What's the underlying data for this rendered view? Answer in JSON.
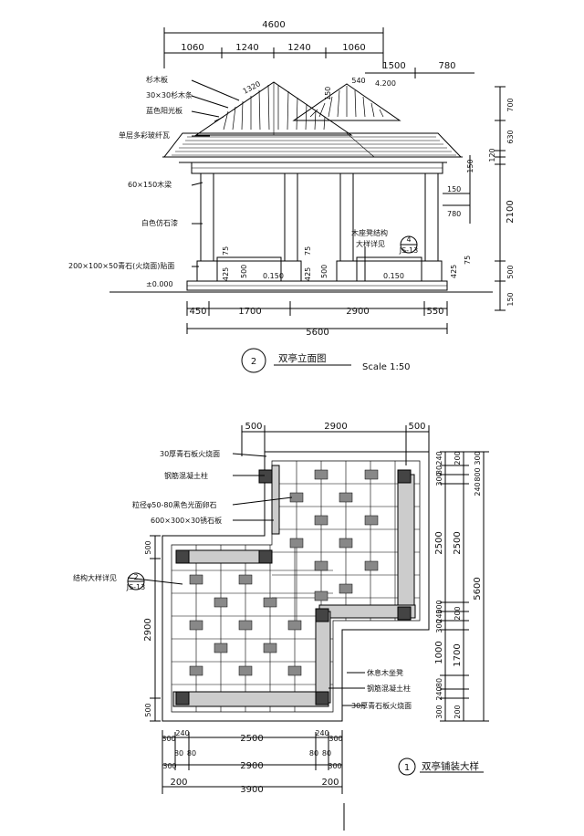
{
  "elevation": {
    "dims_top": {
      "overall": "4600",
      "a": "1060",
      "b": "1240",
      "c": "1240",
      "d": "1060"
    },
    "dims_right_top": {
      "a": "1500",
      "b": "780"
    },
    "roof_dims": {
      "d1320": "1320",
      "d150": "150",
      "d540": "540",
      "level": "4.200"
    },
    "dims_right_vertical": [
      "700",
      "630",
      "120",
      "150",
      "2100",
      "500",
      "150"
    ],
    "dims_inner_right": {
      "a": "150",
      "b": "780"
    },
    "dims_bottom": {
      "a": "450",
      "b": "1700",
      "c": "2900",
      "d": "550",
      "total": "5600"
    },
    "level_ground": "±0.000",
    "level_step_1": "0.150",
    "level_step_2": "0.150",
    "small_dims": {
      "d425a": "425",
      "d500a": "500",
      "d75a": "75",
      "d425b": "425",
      "d500b": "500",
      "d75b": "75",
      "d425c": "425",
      "d75c": "75"
    },
    "labels": {
      "fir_board": "杉木板",
      "fir_strip": "30×30杉木条",
      "blue_panel": "蓝色阳光板",
      "fiberglass_tile": "单层多彩玻纤瓦",
      "wood_beam": "60×150木梁",
      "stone_paint": "白色仿石漆",
      "bluestone": "200×100×50青石(火烧面)贴面",
      "bench_struct_1": "木座凳结构",
      "bench_struct_2": "大样详见"
    },
    "callout": {
      "num": "4",
      "ref": "JS-13"
    },
    "title_num": "2",
    "title": "双亭立面图",
    "scale": "Scale 1:50"
  },
  "plan": {
    "dims_top": {
      "a": "500",
      "b": "2900",
      "c": "500"
    },
    "dims_left": [
      "500",
      "2900",
      "500"
    ],
    "dims_right_1": [
      "240",
      "80",
      "300",
      "2500",
      "300",
      "240",
      "300",
      "1000",
      "80",
      "240",
      "300"
    ],
    "dims_right_2": [
      "200",
      "2500",
      "200",
      "1700",
      "200"
    ],
    "dims_right_total": "5600",
    "dims_right_inner": [
      "300",
      "800",
      "240"
    ],
    "dims_bottom_1": {
      "a": "300",
      "b": "240",
      "c": "2500",
      "d": "240",
      "e": "300"
    },
    "dims_bottom_2": {
      "a": "80",
      "b": "80",
      "c": "80",
      "d": "80"
    },
    "dims_bottom_3": {
      "a": "300",
      "b": "2900",
      "c": "300"
    },
    "dims_bottom_4": {
      "a": "200",
      "b": "200"
    },
    "dims_bottom_total": "3900",
    "labels": {
      "slab_top": "30厚青石板火烧面",
      "rc_column": "钢筋混凝土柱",
      "pebbles": "粒径φ50-80黑色光面卵石",
      "rust_stone": "600×300×30锈石板",
      "struct_ref": "结构大样详见",
      "bench": "休息木坐凳",
      "rc_column_2": "钢筋混凝土柱",
      "slab_bottom": "30厚青石板火烧面"
    },
    "callout": {
      "num": "2",
      "ref": "JS-13"
    },
    "title_num": "1",
    "title": "双亭铺装大样"
  }
}
